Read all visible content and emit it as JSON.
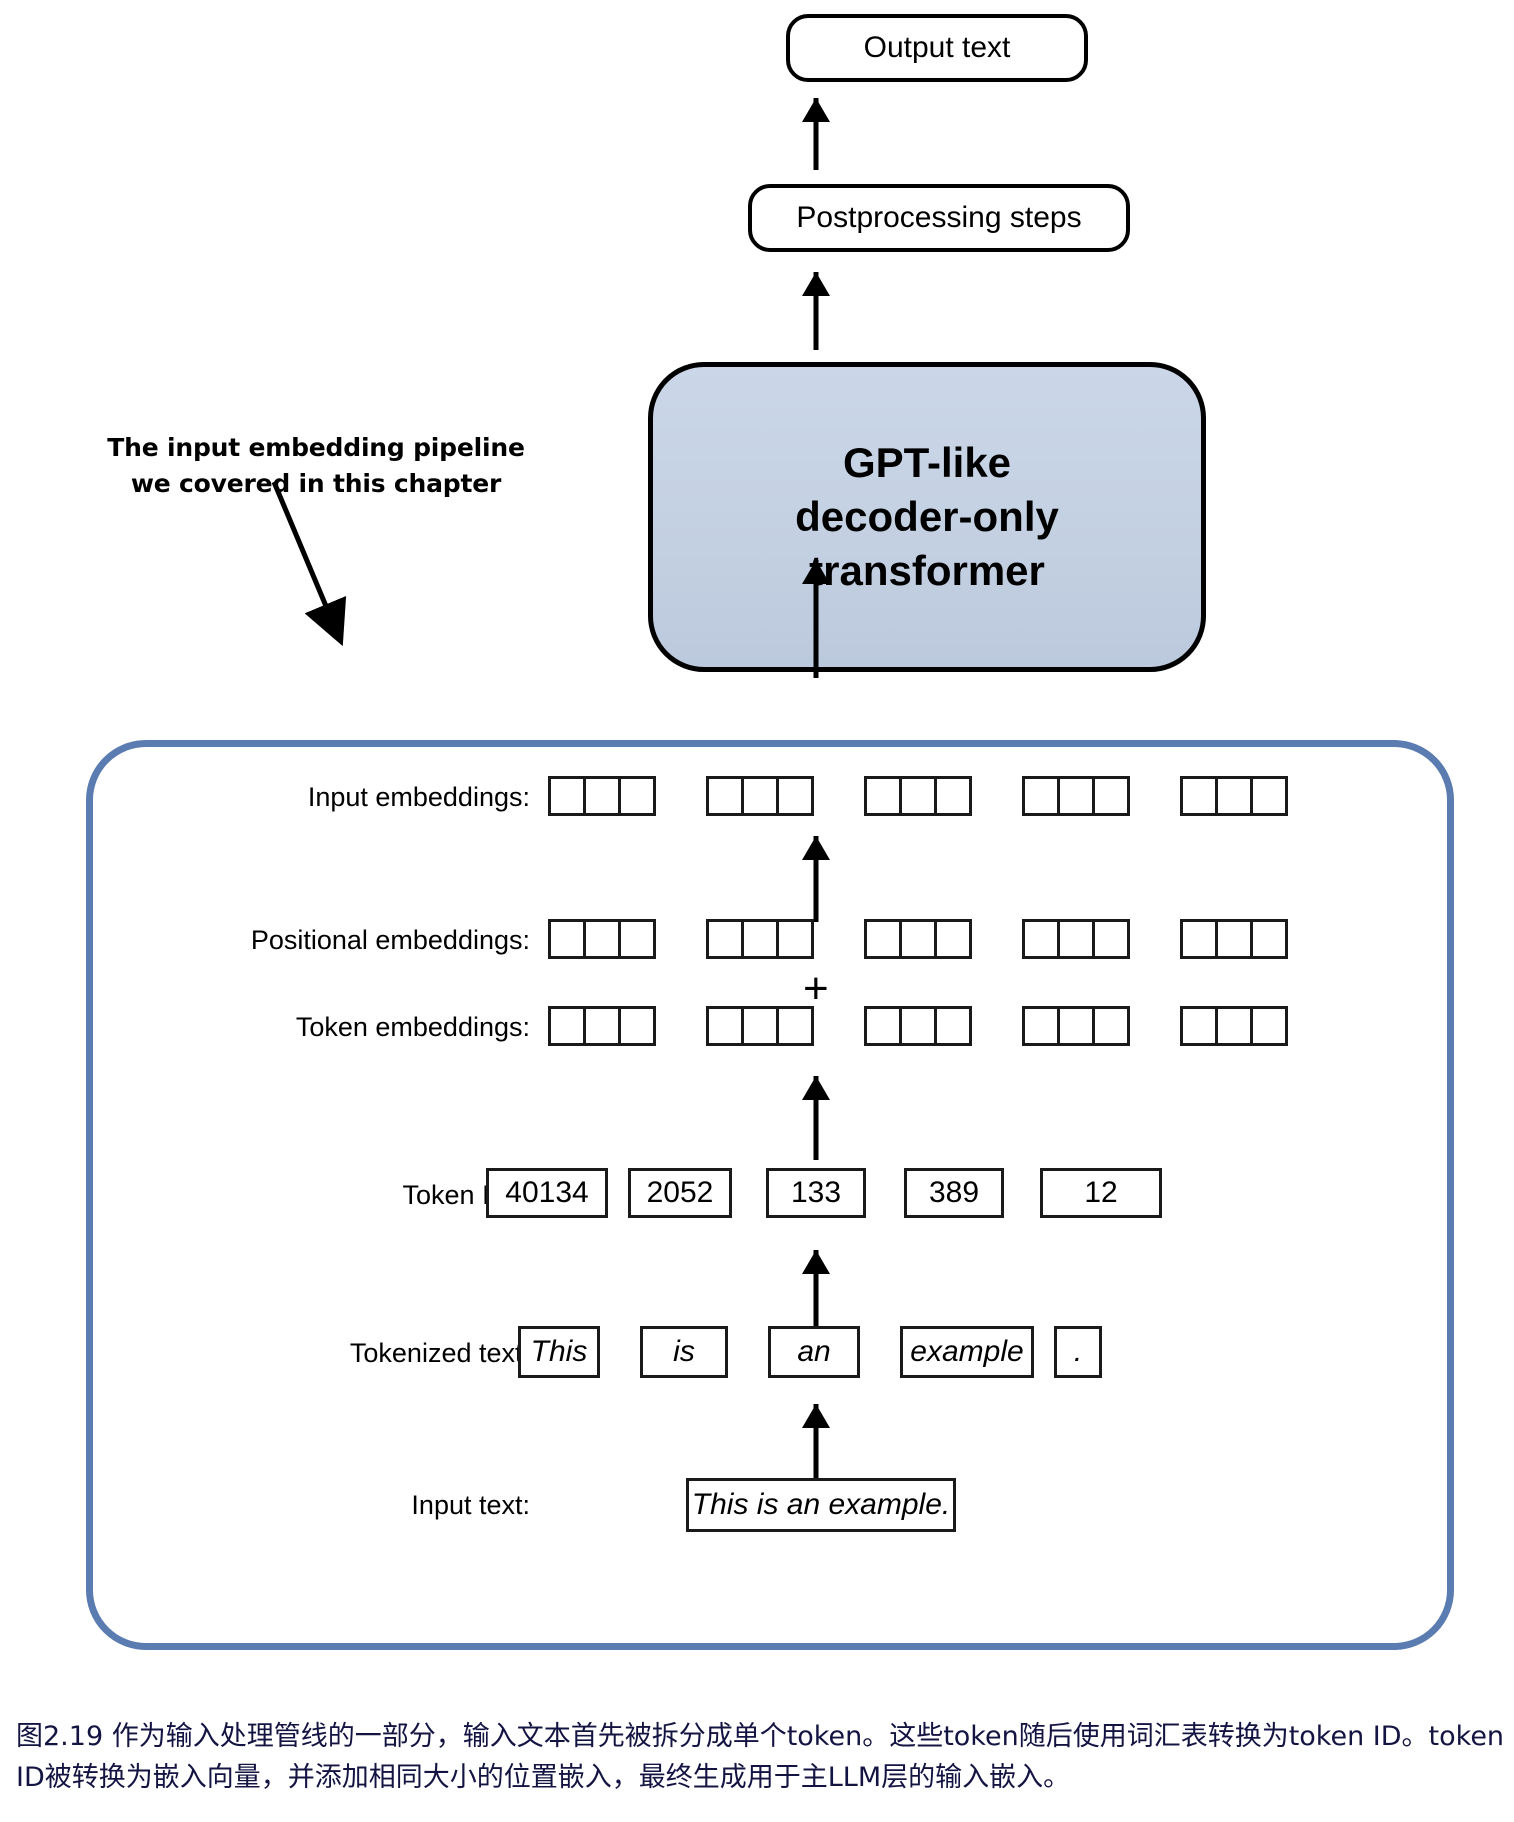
{
  "figure": {
    "id": "figure-2-19",
    "caption": "图2.19 作为输入处理管线的一部分，输入文本首先被拆分成单个token。这些token随后使用词汇表转换为token ID。token ID被转换为嵌入向量，并添加相同大小的位置嵌入，最终生成用于主LLM层的输入嵌入。",
    "caption_color": "#141443"
  },
  "flow": {
    "output_text": "Output text",
    "postprocessing": "Postprocessing steps",
    "model_line1": "GPT-like",
    "model_line2": "decoder-only",
    "model_line3": "transformer",
    "model_fill": "#c5d1e3",
    "model_border": "#000000"
  },
  "annotation": {
    "line1": "The input embedding pipeline",
    "line2": "we covered in this chapter"
  },
  "pipeline": {
    "border_color": "#5b7cb1",
    "rows": [
      {
        "label": "Input embeddings:",
        "kind": "cells"
      },
      {
        "label": "Positional embeddings:",
        "kind": "cells"
      },
      {
        "label": "Token embeddings:",
        "kind": "cells"
      },
      {
        "label": "Token IDs:",
        "kind": "values"
      },
      {
        "label": "Tokenized text:",
        "kind": "values"
      },
      {
        "label": "Input text:",
        "kind": "single"
      }
    ],
    "cells_per_group": 3,
    "group_count": 5,
    "plus_symbol": "+",
    "token_ids": [
      "40134",
      "2052",
      "133",
      "389",
      "12"
    ],
    "tokens": [
      "This",
      "is",
      "an",
      "example",
      "."
    ],
    "input_text": "This is an example."
  }
}
